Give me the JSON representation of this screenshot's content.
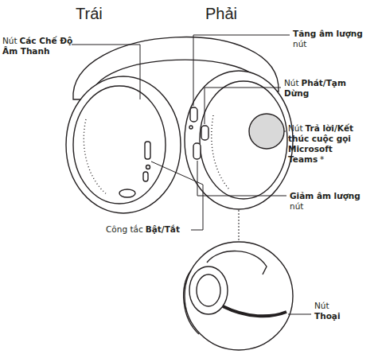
{
  "diagram": {
    "labels": [
      "Trái",
      "Phải",
      "Nút",
      "Các Chế Độ Âm Thanh",
      "Tăng âm lượng",
      "nút",
      "Nút",
      "Phát/Tạm Dừng",
      "Nút",
      "Trả lời/Kết thúc cuộc gọi Microsoft Teams",
      "*",
      "Giảm âm lượng",
      "nút",
      "Công tắc",
      "Bật/Tắt",
      "Nút",
      "Thoại"
    ]
  }
}
